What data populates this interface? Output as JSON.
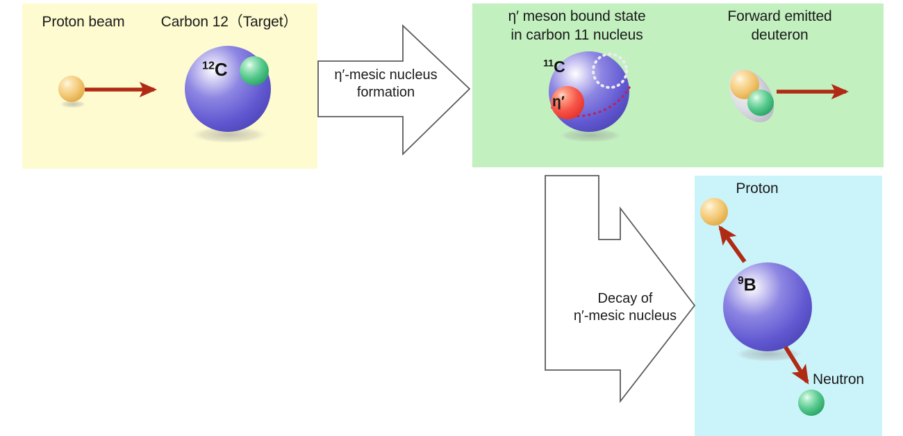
{
  "figure": {
    "type": "physics-process-diagram",
    "title": "Eta-prime mesic nucleus formation and decay"
  },
  "panels": {
    "initial": {
      "name": "initial-state",
      "background": "#fdfbcf",
      "labels": {
        "proton_beam": "Proton beam",
        "target": "Carbon 12（Target）"
      },
      "particles": {
        "beam_proton": {
          "symbol": "",
          "color": "#f2c166"
        },
        "carbon12": {
          "symbol": "12C",
          "mass_number": "12",
          "element": "C",
          "color": "#6c63d8"
        },
        "neutron_in_c12": {
          "color": "#4ec88a"
        }
      }
    },
    "bound": {
      "name": "bound-state",
      "background": "#c2f0bf",
      "labels": {
        "bound_state": "η′ meson bound state\nin carbon 11 nucleus",
        "deuteron": "Forward emitted\ndeuteron"
      },
      "particles": {
        "carbon11": {
          "symbol": "11C",
          "mass_number": "11",
          "element": "C",
          "color": "#6c63d8"
        },
        "eta_prime": {
          "symbol": "η′",
          "color": "#f4453c"
        },
        "vacancy": {
          "style": "dotted-circle",
          "color": "#e6e6e6"
        },
        "orbit": {
          "style": "dotted-arc",
          "color": "#c0305a"
        },
        "deuteron_proton": {
          "color": "#f2c166"
        },
        "deuteron_neutron": {
          "color": "#3aa86a"
        },
        "deuteron_halo": {
          "color": "#c9c9d2"
        }
      }
    },
    "decay": {
      "name": "decay-products",
      "background": "#cbf4fa",
      "labels": {
        "proton": "Proton",
        "neutron": "Neutron"
      },
      "particles": {
        "boron9": {
          "symbol": "9B",
          "mass_number": "9",
          "element": "B",
          "color": "#6c63d8"
        },
        "proton": {
          "color": "#f2c166"
        },
        "neutron": {
          "color": "#4ec88a"
        }
      }
    }
  },
  "arrows": {
    "formation": {
      "label": "η′-mesic nucleus\nformation",
      "direction": "right",
      "fill": "#ffffff",
      "stroke": "#5a5a5a"
    },
    "decay": {
      "label": "Decay of\nη′-mesic nucleus",
      "direction": "down-then-right",
      "fill": "#ffffff",
      "stroke": "#5a5a5a"
    },
    "beam": {
      "direction": "right",
      "color": "#b02a14"
    },
    "deuteron_momentum": {
      "direction": "right",
      "color": "#b02a14"
    },
    "proton_emission": {
      "direction": "up-left",
      "color": "#b02a14"
    },
    "neutron_emission": {
      "direction": "down-right",
      "color": "#b02a14"
    }
  },
  "colors": {
    "yellow_panel": "#fdfbcf",
    "green_panel": "#c2f0bf",
    "blue_panel": "#cbf4fa",
    "nucleus_purple": "#6c63d8",
    "proton_gold": "#f2c166",
    "neutron_green": "#4ec88a",
    "eta_red": "#f4453c",
    "red_arrow": "#b02a14",
    "outline_gray": "#5a5a5a",
    "text_black": "#1a1a1a"
  }
}
